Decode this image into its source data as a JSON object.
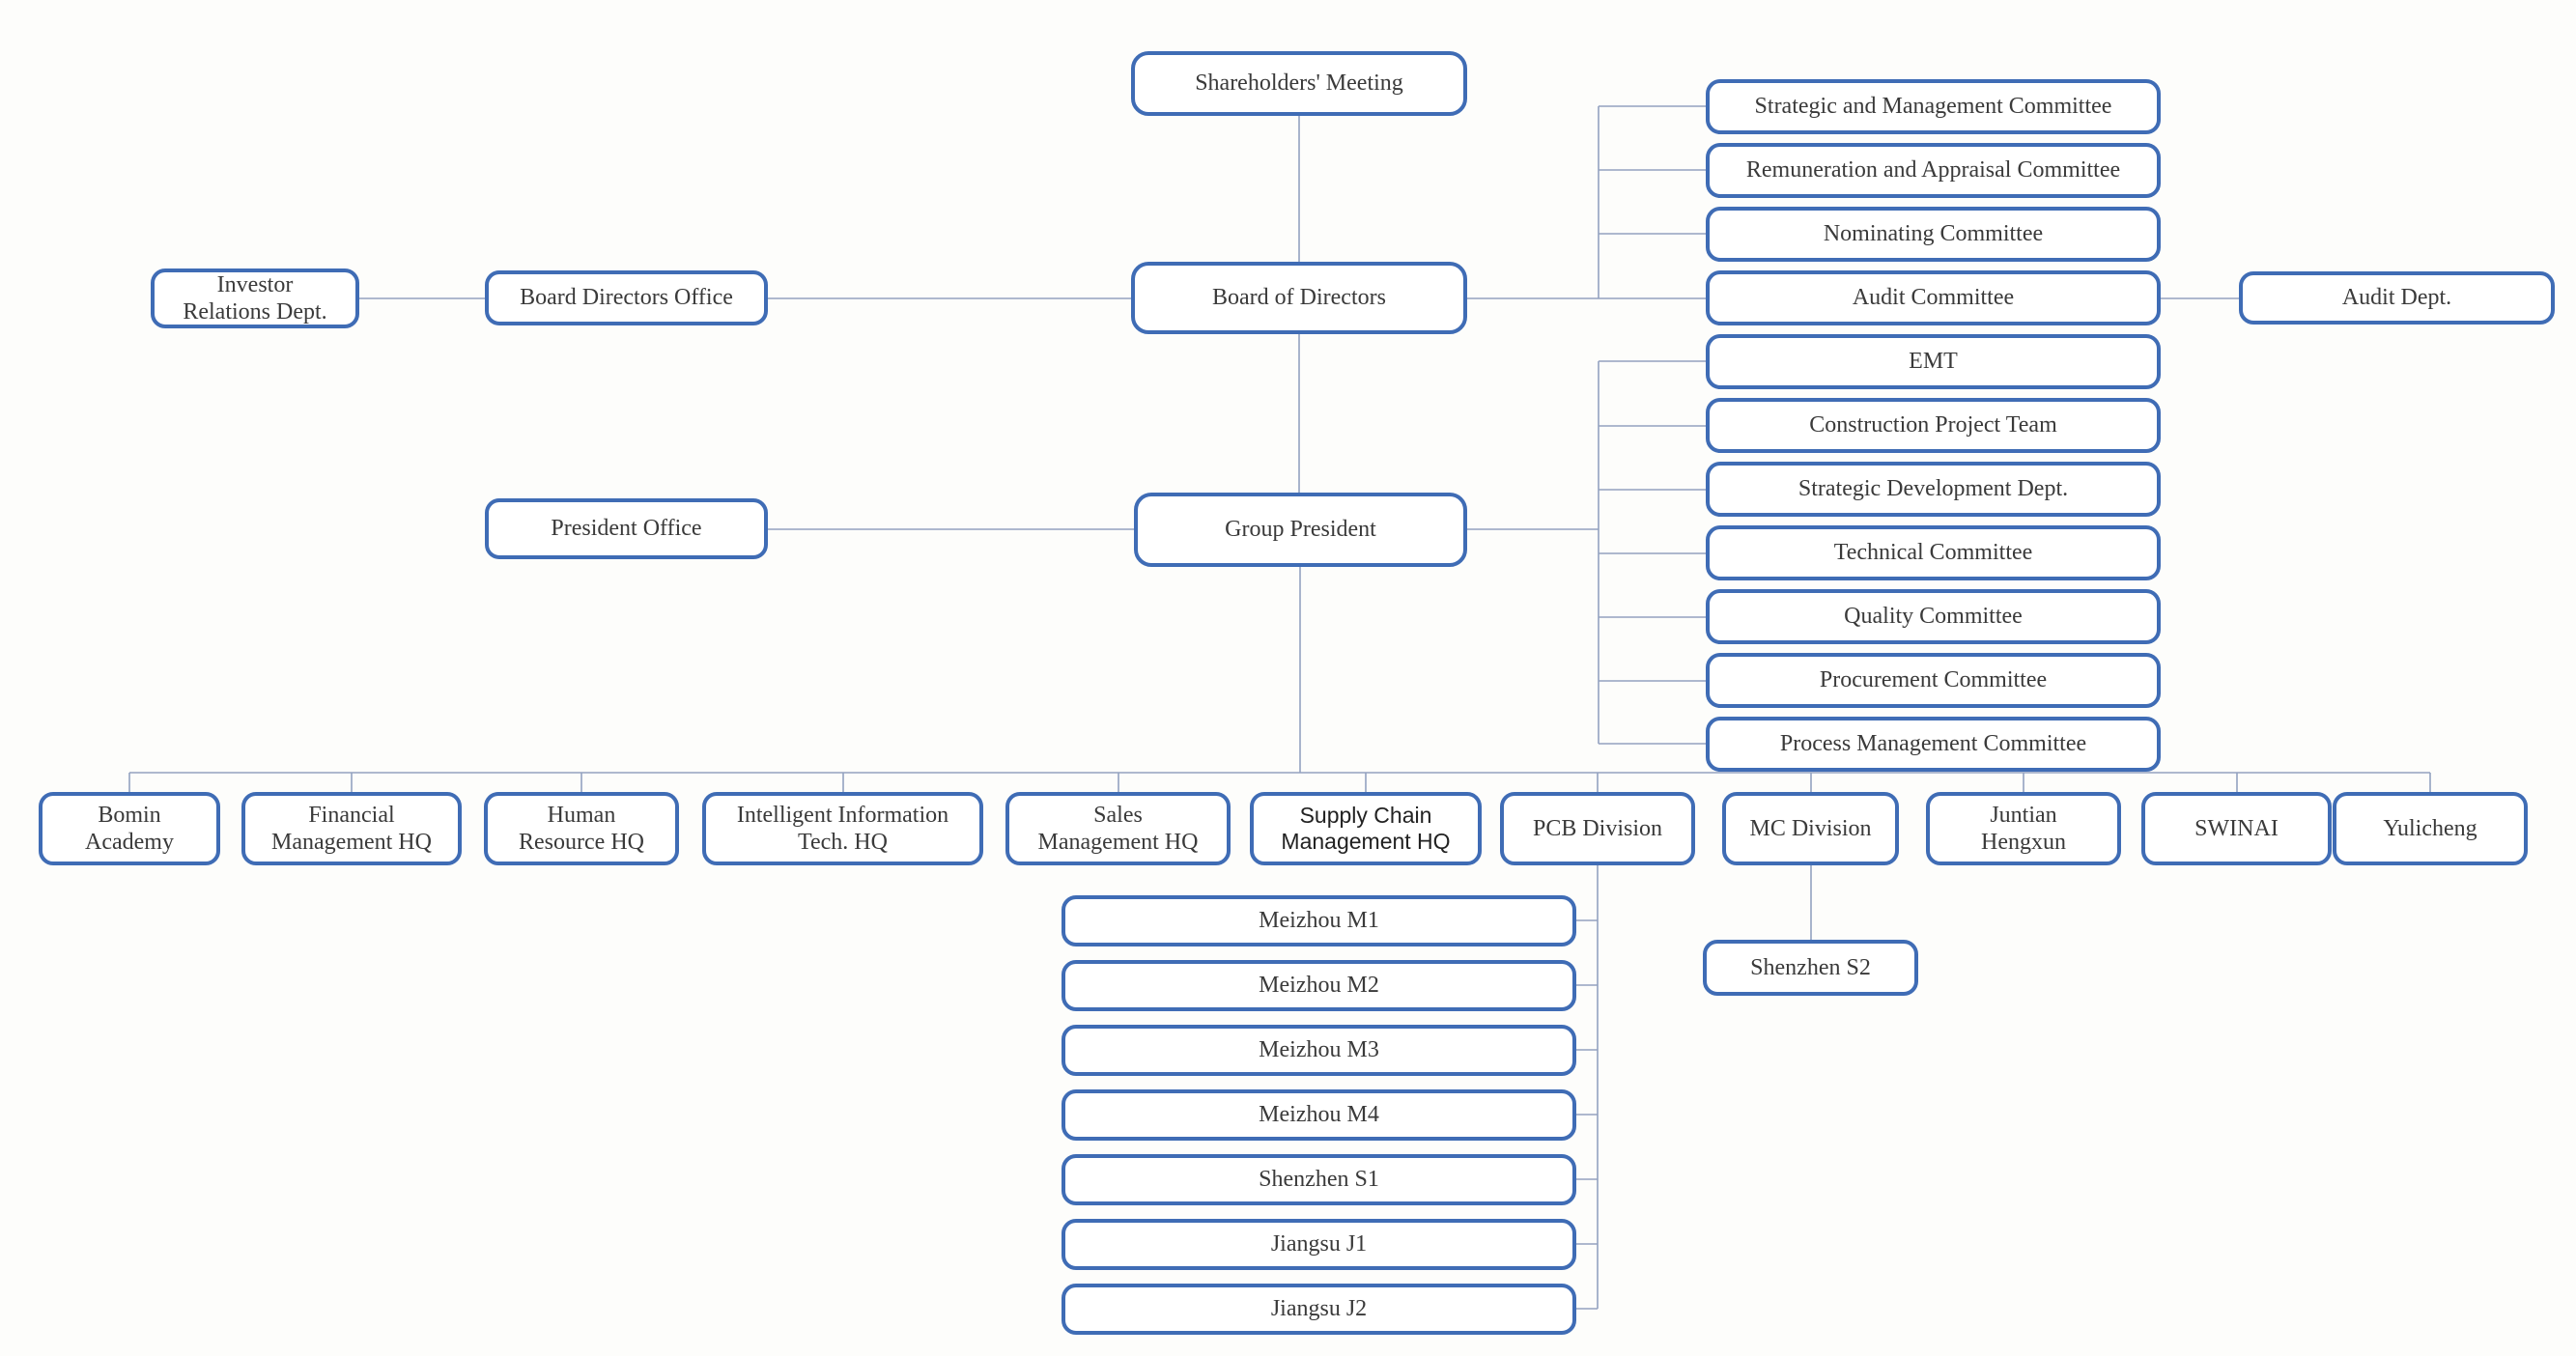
{
  "diagram": {
    "type": "org-chart",
    "colors": {
      "box_border": "#3f6cb5",
      "box_fill": "#ffffff",
      "connector": "#93a2c0",
      "text": "#3a3a3a",
      "background": "#fdfdfb"
    },
    "nodes": {
      "shareholders_meeting": {
        "label": "Shareholders' Meeting"
      },
      "board_of_directors": {
        "label": "Board of Directors"
      },
      "board_directors_office": {
        "label": "Board Directors Office"
      },
      "investor_relations_dept": {
        "label": "Investor\nRelations Dept."
      },
      "strategic_management_committee": {
        "label": "Strategic and Management Committee"
      },
      "remuneration_appraisal_committee": {
        "label": "Remuneration and Appraisal Committee"
      },
      "nominating_committee": {
        "label": "Nominating Committee"
      },
      "audit_committee": {
        "label": "Audit Committee"
      },
      "audit_dept": {
        "label": "Audit Dept."
      },
      "emt": {
        "label": "EMT"
      },
      "construction_project_team": {
        "label": "Construction Project Team"
      },
      "strategic_development_dept": {
        "label": "Strategic Development Dept."
      },
      "technical_committee": {
        "label": "Technical Committee"
      },
      "quality_committee": {
        "label": "Quality Committee"
      },
      "procurement_committee": {
        "label": "Procurement Committee"
      },
      "process_management_committee": {
        "label": "Process Management Committee"
      },
      "president_office": {
        "label": "President Office"
      },
      "group_president": {
        "label": "Group President"
      },
      "bomin_academy": {
        "label": "Bomin\nAcademy"
      },
      "financial_management_hq": {
        "label": "Financial\nManagement HQ"
      },
      "human_resource_hq": {
        "label": "Human\nResource  HQ"
      },
      "intelligent_information_tech_hq": {
        "label": "Intelligent Information\nTech. HQ"
      },
      "sales_management_hq": {
        "label": "Sales\nManagement HQ"
      },
      "supply_chain_management_hq": {
        "label": "Supply Chain\nManagement HQ"
      },
      "pcb_division": {
        "label": "PCB Division"
      },
      "mc_division": {
        "label": "MC Division"
      },
      "juntian_hengxun": {
        "label": "Juntian\nHengxun"
      },
      "swinai": {
        "label": "SWINAI"
      },
      "yulicheng": {
        "label": "Yulicheng"
      },
      "meizhou_m1": {
        "label": "Meizhou M1"
      },
      "meizhou_m2": {
        "label": "Meizhou M2"
      },
      "meizhou_m3": {
        "label": "Meizhou M3"
      },
      "meizhou_m4": {
        "label": "Meizhou M4"
      },
      "shenzhen_s1": {
        "label": "Shenzhen S1"
      },
      "jiangsu_j1": {
        "label": "Jiangsu J1"
      },
      "jiangsu_j2": {
        "label": "Jiangsu J2"
      },
      "shenzhen_s2": {
        "label": "Shenzhen S2"
      }
    }
  }
}
